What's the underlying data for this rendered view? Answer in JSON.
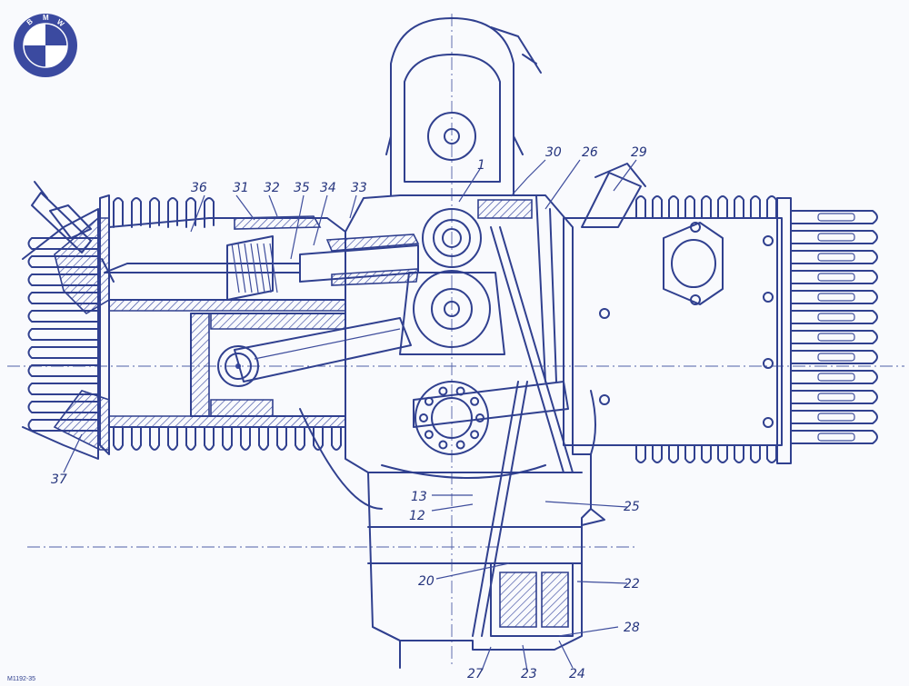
{
  "logo": {
    "text": "BMW",
    "colors": {
      "blue": "#3b4aa0",
      "white": "#ffffff"
    }
  },
  "drawing_code": "M1192-35",
  "ink_color": "#30408f",
  "callouts": [
    "1",
    "12",
    "13",
    "20",
    "22",
    "23",
    "24",
    "25",
    "26",
    "27",
    "28",
    "29",
    "30",
    "31",
    "32",
    "33",
    "34",
    "35",
    "36",
    "37"
  ]
}
